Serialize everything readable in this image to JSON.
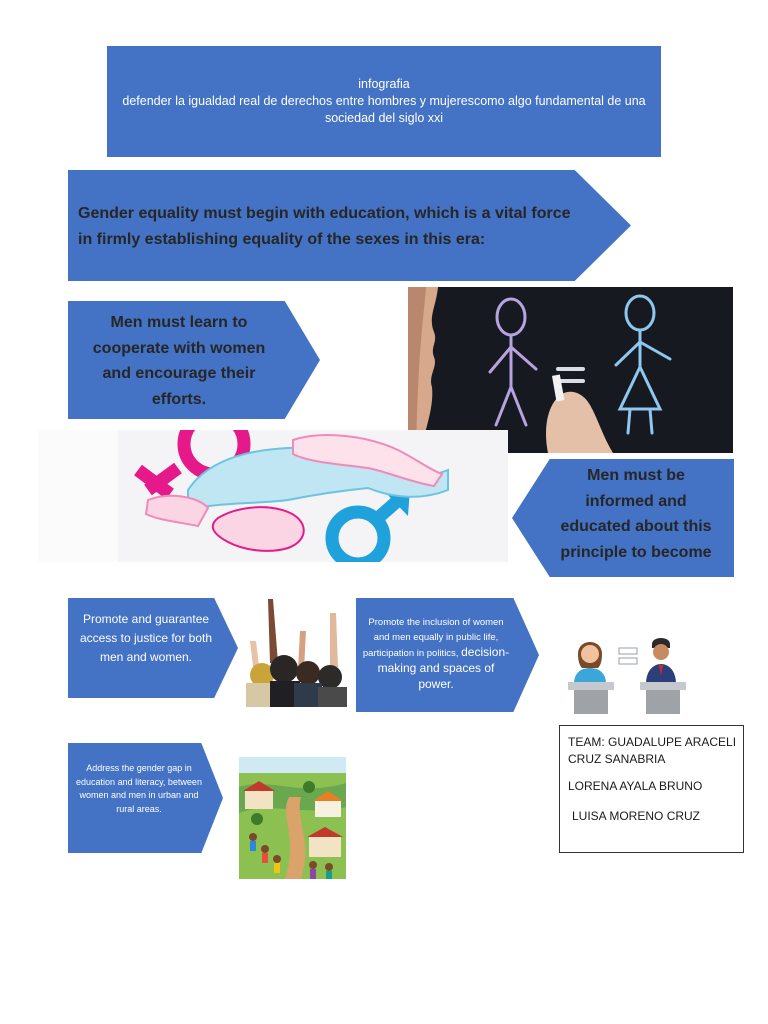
{
  "header": {
    "line1": "infografia",
    "line2": "defender la igualdad real de derechos entre hombres y mujerescomo algo fundamental de una",
    "line3": "sociedad del siglo xxi"
  },
  "heading": {
    "text": "Gender equality must begin with education, which is a vital force in firmly establishing equality of the sexes in this era:"
  },
  "cards": {
    "men_learn": "Men must learn to cooperate with women and encourage their efforts.",
    "men_informed": "Men must be informed and educated about this principle to become",
    "justice": "Promote and guarantee access to justice for both men and women.",
    "inclusion_small": "Promote the inclusion of women and men equally in public life, participation in politics,",
    "inclusion_big": "decision-making and spaces of power.",
    "gender_gap": "Address the gender gap in education and literacy, between women and men in urban and rural areas."
  },
  "team": {
    "line1": "TEAM: GUADALUPE ARACELI CRUZ SANABRIA",
    "line2": "LORENA AYALA BRUNO",
    "line3": "LUISA MORENO CRUZ"
  },
  "colors": {
    "accent_blue": "#4472c4",
    "chalkboard": "#111418",
    "female_symbol": "#e6198a",
    "male_symbol": "#1fa2dc"
  }
}
